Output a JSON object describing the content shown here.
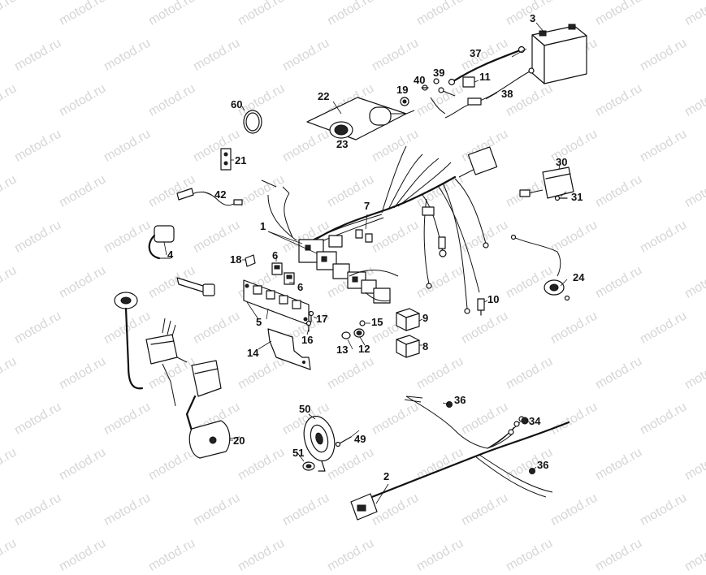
{
  "watermark": "motod.ru",
  "callouts": [
    {
      "id": "1",
      "text": "1"
    },
    {
      "id": "2",
      "text": "2"
    },
    {
      "id": "3",
      "text": "3"
    },
    {
      "id": "4",
      "text": "4"
    },
    {
      "id": "5",
      "text": "5"
    },
    {
      "id": "6a",
      "text": "6"
    },
    {
      "id": "6b",
      "text": "6"
    },
    {
      "id": "7",
      "text": "7"
    },
    {
      "id": "8",
      "text": "8"
    },
    {
      "id": "9",
      "text": "9"
    },
    {
      "id": "10",
      "text": "10"
    },
    {
      "id": "11",
      "text": "11"
    },
    {
      "id": "12",
      "text": "12"
    },
    {
      "id": "13",
      "text": "13"
    },
    {
      "id": "14",
      "text": "14"
    },
    {
      "id": "15",
      "text": "15"
    },
    {
      "id": "16",
      "text": "16"
    },
    {
      "id": "17",
      "text": "17"
    },
    {
      "id": "18",
      "text": "18"
    },
    {
      "id": "19",
      "text": "19"
    },
    {
      "id": "20",
      "text": "20"
    },
    {
      "id": "21",
      "text": "21"
    },
    {
      "id": "22",
      "text": "22"
    },
    {
      "id": "23",
      "text": "23"
    },
    {
      "id": "24",
      "text": "24"
    },
    {
      "id": "30",
      "text": "30"
    },
    {
      "id": "31",
      "text": "31"
    },
    {
      "id": "34",
      "text": "34"
    },
    {
      "id": "36a",
      "text": "36"
    },
    {
      "id": "36b",
      "text": "36"
    },
    {
      "id": "37",
      "text": "37"
    },
    {
      "id": "38",
      "text": "38"
    },
    {
      "id": "39",
      "text": "39"
    },
    {
      "id": "40",
      "text": "40"
    },
    {
      "id": "42",
      "text": "42"
    },
    {
      "id": "49",
      "text": "49"
    },
    {
      "id": "50",
      "text": "50"
    },
    {
      "id": "51",
      "text": "51"
    },
    {
      "id": "60",
      "text": "60"
    }
  ]
}
